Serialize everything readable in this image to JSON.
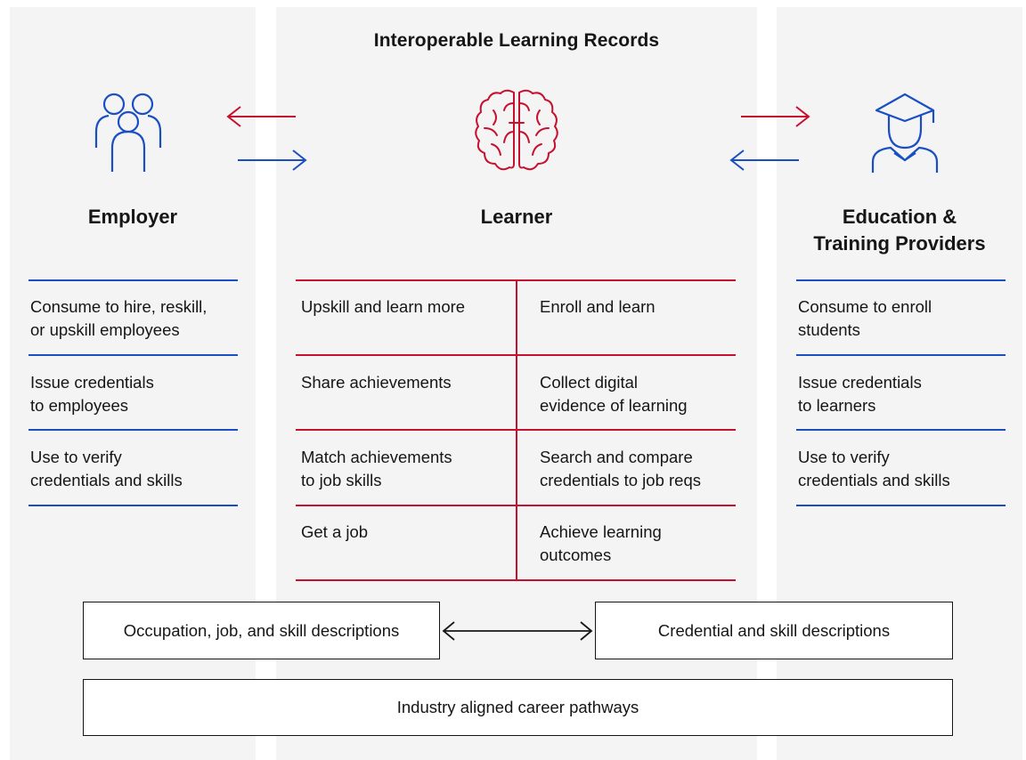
{
  "title": "Interoperable Learning Records",
  "employer": {
    "heading": "Employer",
    "items": [
      {
        "line1": "Consume to hire, reskill,",
        "line2": "or upskill employees"
      },
      {
        "line1": "Issue credentials",
        "line2": "to employees"
      },
      {
        "line1": "Use to verify",
        "line2": "credentials and skills"
      }
    ]
  },
  "learner": {
    "heading": "Learner",
    "left_items": [
      {
        "line1": "Upskill and learn more",
        "line2": ""
      },
      {
        "line1": "Share achievements",
        "line2": ""
      },
      {
        "line1": "Match achievements",
        "line2": "to job skills"
      },
      {
        "line1": "Get a job",
        "line2": ""
      }
    ],
    "right_items": [
      {
        "line1": "Enroll and learn",
        "line2": ""
      },
      {
        "line1": "Collect digital",
        "line2": "evidence of learning"
      },
      {
        "line1": "Search and compare",
        "line2": "credentials to job reqs"
      },
      {
        "line1": "Achieve learning",
        "line2": "outcomes"
      }
    ]
  },
  "provider": {
    "heading_line1": "Education &",
    "heading_line2": "Training Providers",
    "items": [
      {
        "line1": "Consume to enroll",
        "line2": "students"
      },
      {
        "line1": "Issue credentials",
        "line2": "to learners"
      },
      {
        "line1": "Use to verify",
        "line2": "credentials and skills"
      }
    ]
  },
  "bottom": {
    "occupation_box": "Occupation, job, and skill descriptions",
    "credential_box": "Credential and skill descriptions",
    "pathways_box": "Industry aligned career pathways"
  },
  "colors": {
    "blue": "#1a4fc4",
    "red": "#c8102e",
    "panel": "#f4f4f4",
    "text": "#161616"
  },
  "icons": {
    "employer": "people-group-icon",
    "learner": "brain-icon",
    "provider": "graduate-icon"
  }
}
